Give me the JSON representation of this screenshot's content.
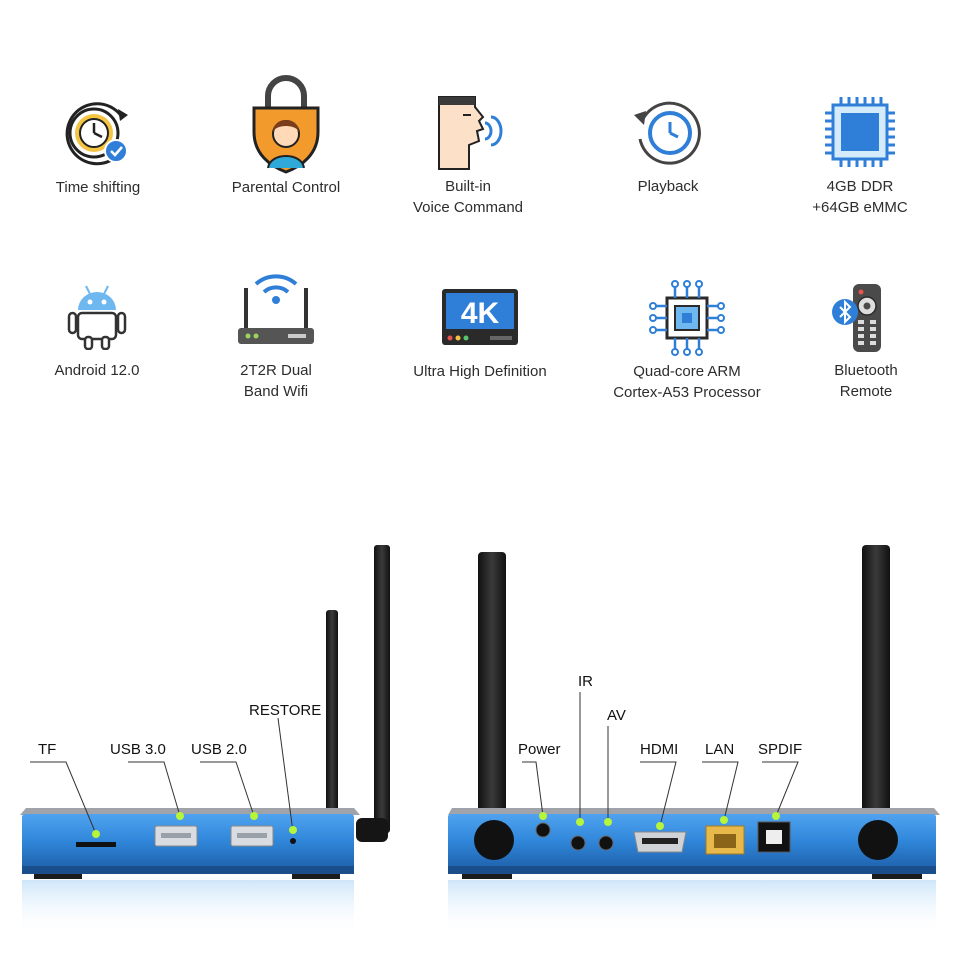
{
  "features": [
    {
      "label": "Time shifting",
      "icon": "clock-check-icon"
    },
    {
      "label": "Parental Control",
      "icon": "lock-shield-child-icon"
    },
    {
      "label": "Built-in\nVoice Command",
      "icon": "voice-command-icon"
    },
    {
      "label": "Playback",
      "icon": "playback-clock-icon"
    },
    {
      "label": "4GB DDR\n+64GB eMMC",
      "icon": "memory-chip-icon"
    },
    {
      "label": "Android 12.0",
      "icon": "android-robot-icon"
    },
    {
      "label": "2T2R Dual\nBand Wifi",
      "icon": "wifi-router-icon"
    },
    {
      "label": "Ultra High Definition",
      "icon": "4k-display-icon"
    },
    {
      "label": "Quad-core ARM\nCortex-A53 Processor",
      "icon": "processor-icon"
    },
    {
      "label": "Bluetooth\nRemote",
      "icon": "bluetooth-remote-icon"
    }
  ],
  "icon_text": {
    "fourk": "4K"
  },
  "left_ports": {
    "tf": "TF",
    "usb3": "USB 3.0",
    "usb2": "USB 2.0",
    "restore": "RESTORE"
  },
  "right_ports": {
    "ir": "IR",
    "av": "AV",
    "power": "Power",
    "hdmi": "HDMI",
    "lan": "LAN",
    "spdif": "SPDIF"
  },
  "colors": {
    "device_blue": "#3a8fe0",
    "device_dark_blue": "#1f5fa8",
    "indicator_green": "#b6f53a",
    "icon_orange": "#f39a2d",
    "icon_blue": "#2f7fd8"
  }
}
